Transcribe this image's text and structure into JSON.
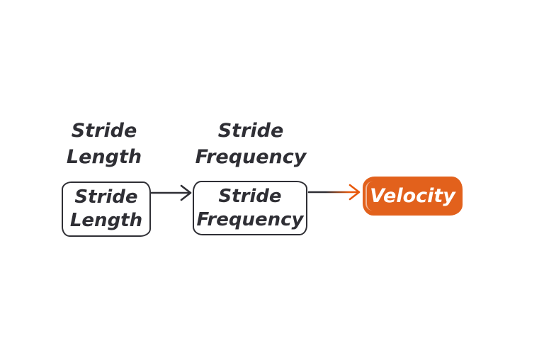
{
  "colors": {
    "ink": "#2f2f35",
    "accent": "#e2611c",
    "arrow_accent": "#e8590c",
    "background": "#ffffff",
    "velocity_text": "#ffffff"
  },
  "nodes": {
    "stride_length": {
      "title": "Stride Length",
      "label": "Stride Length"
    },
    "stride_frequency": {
      "title": "Stride Frequency",
      "label": "Stride Frequency"
    },
    "velocity": {
      "label": "Velocity"
    }
  },
  "connections": [
    {
      "from": "Stride Length",
      "to": "Stride Frequency",
      "color": "#2f2f35"
    },
    {
      "from": "Stride Frequency",
      "to": "Velocity",
      "color_start": "#2f2f35",
      "color_end": "#e8590c"
    }
  ]
}
